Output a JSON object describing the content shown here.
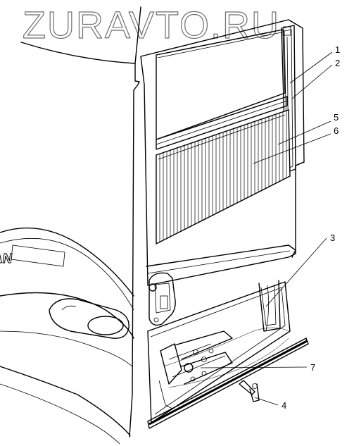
{
  "watermark": "ZURAVTO.RU",
  "badge_text": "LAN",
  "callouts": {
    "c1": "1",
    "c2": "2",
    "c3": "3",
    "c4": "4",
    "c5": "5",
    "c6": "6",
    "c7": "7"
  }
}
